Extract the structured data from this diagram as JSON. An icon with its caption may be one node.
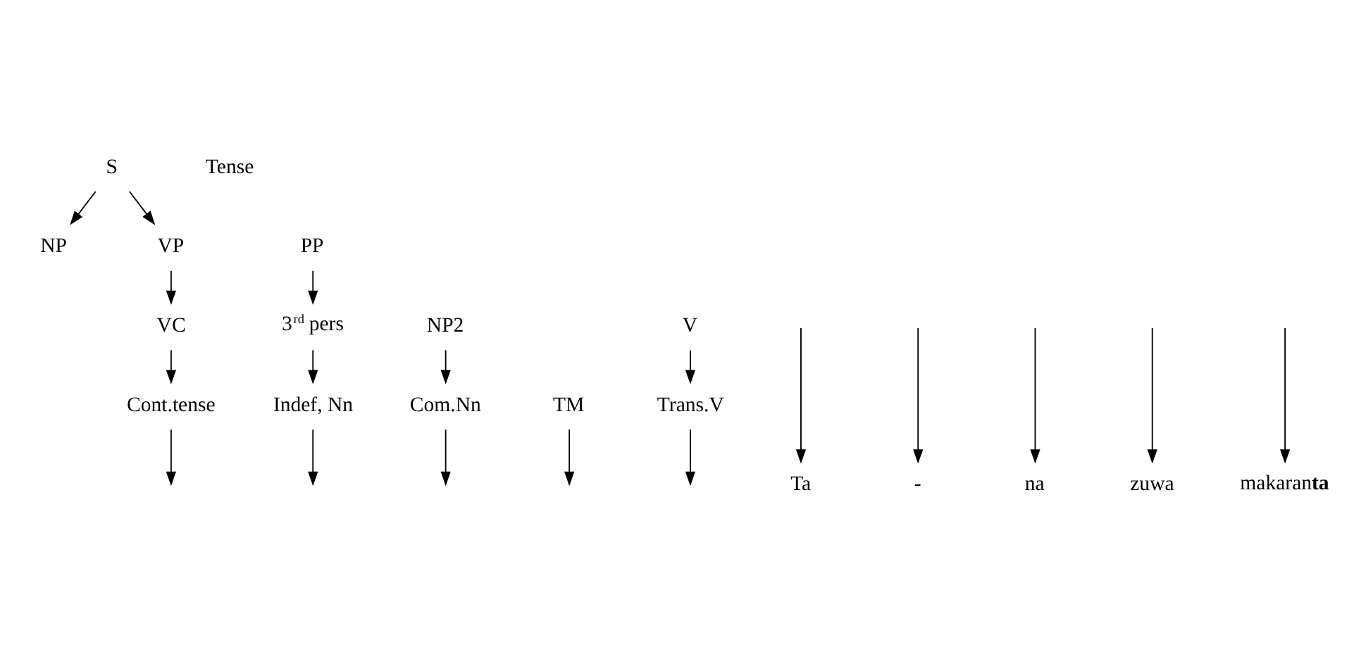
{
  "diagram": {
    "nodes": [
      {
        "text": [
          "S"
        ]
      },
      {
        "text": [
          "NP"
        ]
      },
      {
        "text": [
          "VP"
        ]
      },
      {
        "text": [
          "PP"
        ]
      },
      {
        "text": [
          "VC"
        ]
      },
      {
        "text": [
          "NP2"
        ]
      },
      {
        "text": [
          "3$^{rd}$ pers"
        ]
      },
      {
        "text": [
          "Tense"
        ]
      },
      {
        "text": [
          "TM"
        ]
      },
      {
        "text": [
          "V"
        ]
      },
      {
        "text": [
          "Com.Nn"
        ]
      },
      {
        "text": [
          "Indef, Nn"
        ]
      },
      {
        "text": [
          "Cont.tense"
        ]
      },
      {
        "text": [
          "Trans.V"
        ]
      },
      {
        "text": [
          "Ta"
        ]
      },
      {
        "text": [
          "-"
        ]
      },
      {
        "text": [
          "na"
        ]
      },
      {
        "text": [
          "zuwa"
        ]
      },
      {
        "text": [
          "makaran**ta**"
        ]
      }
    ],
    "edges": [
      {
        "from": 0,
        "to": 1,
        "arrow": "to"
      },
      {
        "from": 0,
        "to": 2,
        "arrow": "to"
      },
      {
        "from": 2,
        "to": 4,
        "arrow": "to"
      },
      {
        "from": 3,
        "to": 6,
        "arrow": "to"
      },
      {
        "from": 5,
        "to": 10,
        "arrow": "to"
      },
      {
        "from": 6,
        "to": 11,
        "arrow": "to"
      },
      {
        "from": 4,
        "to": 12,
        "arrow": "to"
      },
      {
        "from": 8,
        "to": null,
        "arrow": "to"
      },
      {
        "from": 9,
        "to": 13,
        "arrow": "to"
      },
      {
        "from": 11,
        "to": null,
        "arrow": "to"
      },
      {
        "from": null,
        "to": 14,
        "arrow": "to"
      },
      {
        "from": 12,
        "to": null,
        "arrow": "to"
      },
      {
        "from": null,
        "to": 15,
        "arrow": "to"
      },
      {
        "from": null,
        "to": 16,
        "arrow": "to"
      },
      {
        "from": 13,
        "to": null,
        "arrow": "to"
      },
      {
        "from": null,
        "to": 17,
        "arrow": "to"
      },
      {
        "from": 10,
        "to": null,
        "arrow": "to"
      },
      {
        "from": null,
        "to": 18,
        "arrow": "to"
      }
    ]
  }
}
